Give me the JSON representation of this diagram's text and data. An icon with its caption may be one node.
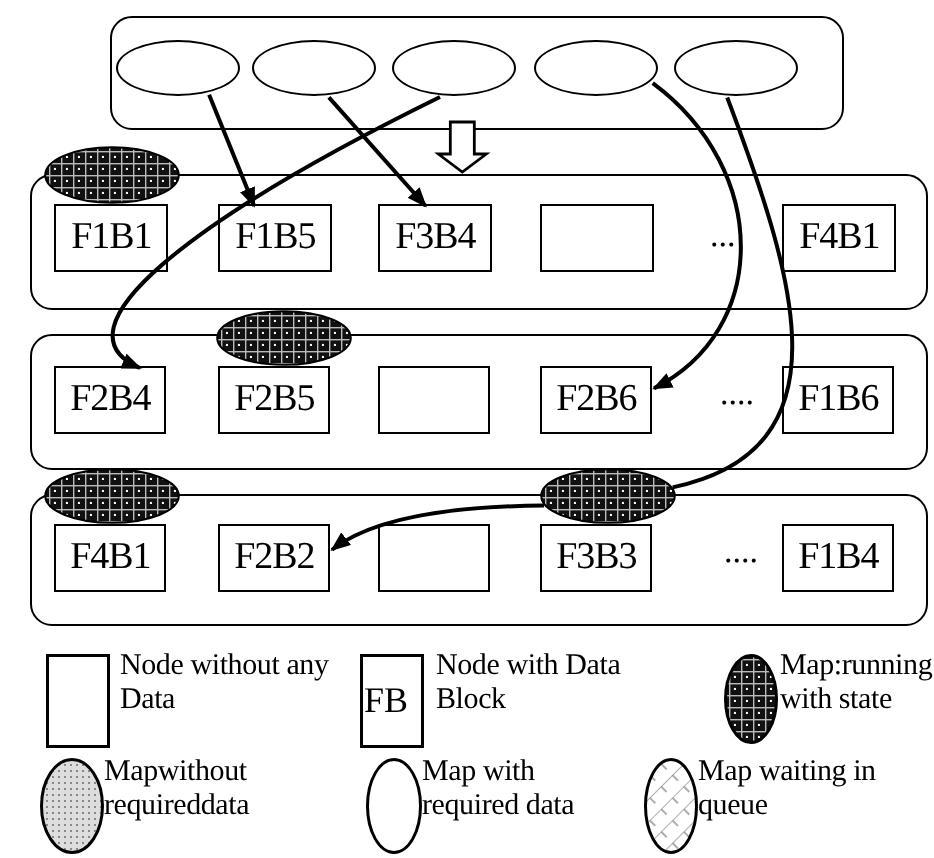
{
  "diagram": {
    "nodes": [
      {
        "text": [],
        "shape": "box"
      },
      {
        "text": [],
        "shape": "ellipse",
        "in": 0
      },
      {
        "text": [],
        "shape": "ellipse",
        "in": 0
      },
      {
        "text": [],
        "shape": "ellipse",
        "in": 0
      },
      {
        "text": [],
        "shape": "ellipse",
        "in": 0
      },
      {
        "text": [],
        "shape": "ellipse",
        "in": 0
      },
      {
        "text": [],
        "shape": "box"
      },
      {
        "text": [
          "F1B1"
        ],
        "in": 6
      },
      {
        "text": [
          "F1B5"
        ],
        "in": 6
      },
      {
        "text": [
          "F3B4"
        ],
        "in": 6
      },
      {
        "text": [],
        "shape": "box",
        "in": 6
      },
      {
        "text": [
          "F4B1"
        ],
        "in": 6
      },
      {
        "text": [],
        "shape": "box"
      },
      {
        "text": [
          "F2B4"
        ],
        "in": 12
      },
      {
        "text": [
          "F2B5"
        ],
        "in": 12
      },
      {
        "text": [],
        "shape": "box",
        "in": 12
      },
      {
        "text": [
          "F2B6"
        ],
        "in": 12
      },
      {
        "text": [
          "F1B6"
        ],
        "in": 12
      },
      {
        "text": [],
        "shape": "box"
      },
      {
        "text": [
          "F4B1"
        ],
        "in": 18
      },
      {
        "text": [
          "F2B2"
        ],
        "in": 18
      },
      {
        "text": [],
        "shape": "box",
        "in": 18
      },
      {
        "text": [
          "F3B3"
        ],
        "in": 18
      },
      {
        "text": [
          "F1B4"
        ],
        "in": 18
      },
      {
        "text": [],
        "shape": "ellipse"
      },
      {
        "text": [],
        "shape": "ellipse"
      },
      {
        "text": [],
        "shape": "ellipse"
      },
      {
        "text": [],
        "shape": "ellipse"
      }
    ],
    "edges": [
      {
        "from": 1,
        "to": 8,
        "arrow": "to"
      },
      {
        "from": 2,
        "to": 9,
        "arrow": "to"
      },
      {
        "from": 3,
        "to": 13,
        "arrow": "to"
      },
      {
        "from": 4,
        "to": 16,
        "arrow": "to"
      },
      {
        "from": 5,
        "to": 27,
        "arrow": "none"
      },
      {
        "from": 27,
        "to": 20,
        "arrow": "to"
      },
      {
        "from": 0,
        "to": 6,
        "arrow": "to",
        "style": "thick"
      }
    ],
    "labels": [
      "...",
      "....",
      "....",
      "FB"
    ],
    "legend": [
      {
        "text": "Node without any Data"
      },
      {
        "text": "Node with Data Block"
      },
      {
        "text": "Map:running with state"
      },
      {
        "text": "Mapwithout requireddata"
      },
      {
        "text": "Map with required data"
      },
      {
        "text": "Map waiting in queue"
      }
    ]
  }
}
